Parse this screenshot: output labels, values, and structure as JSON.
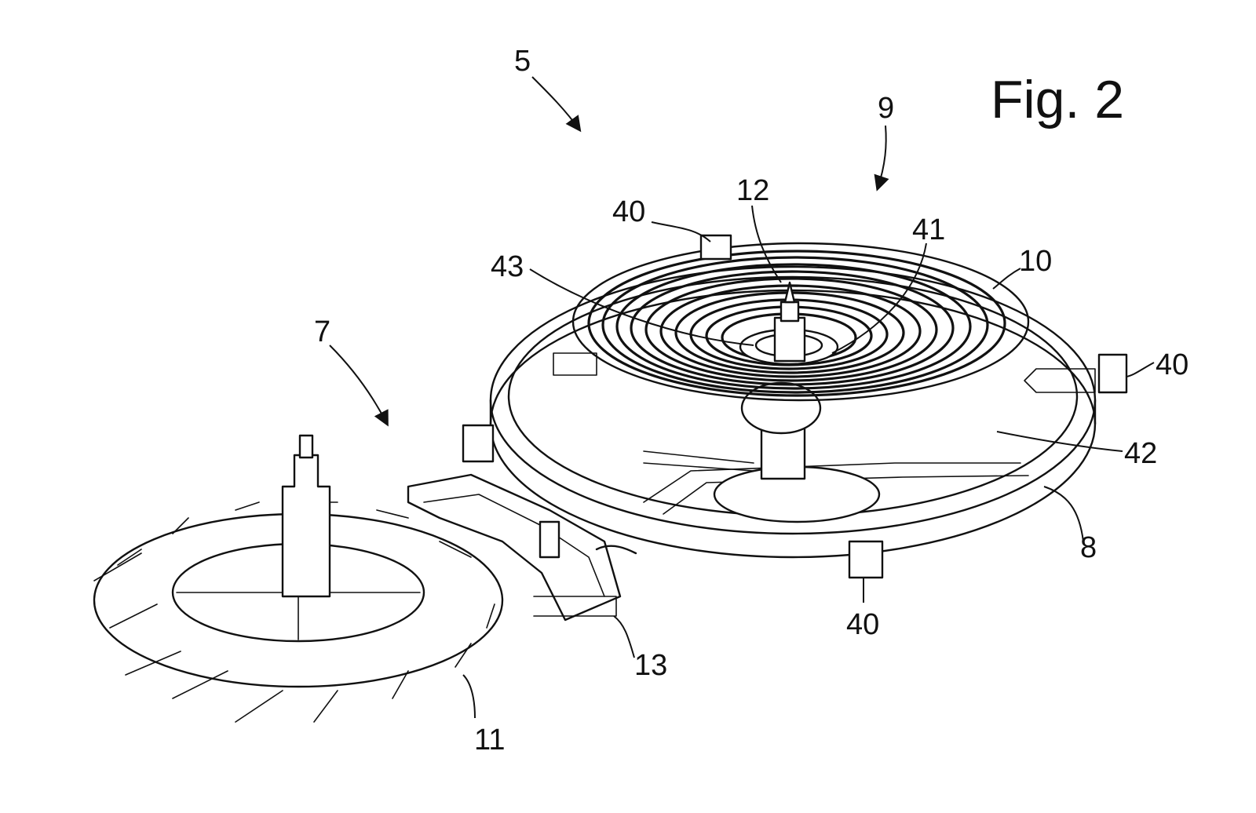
{
  "figure": {
    "title": "Fig. 2",
    "labels": {
      "l5": "5",
      "l9": "9",
      "l7": "7",
      "l12": "12",
      "l40a": "40",
      "l40b": "40",
      "l40c": "40",
      "l41": "41",
      "l43": "43",
      "l10": "10",
      "l42": "42",
      "l8": "8",
      "l13": "13",
      "l11": "11"
    }
  }
}
